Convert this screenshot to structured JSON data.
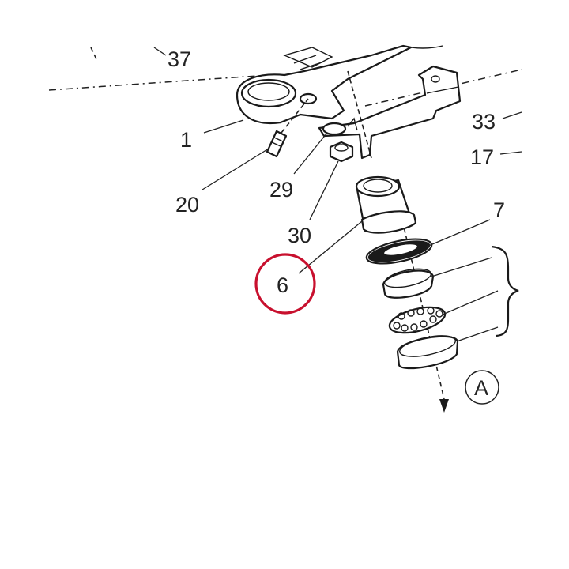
{
  "labels": {
    "l37": "37",
    "l1": "1",
    "l20": "20",
    "l29": "29",
    "l30": "30",
    "l33": "33",
    "l17": "17",
    "l7": "7",
    "l6": "6",
    "lA": "A"
  },
  "highlight": {
    "color": "#c8102e"
  }
}
